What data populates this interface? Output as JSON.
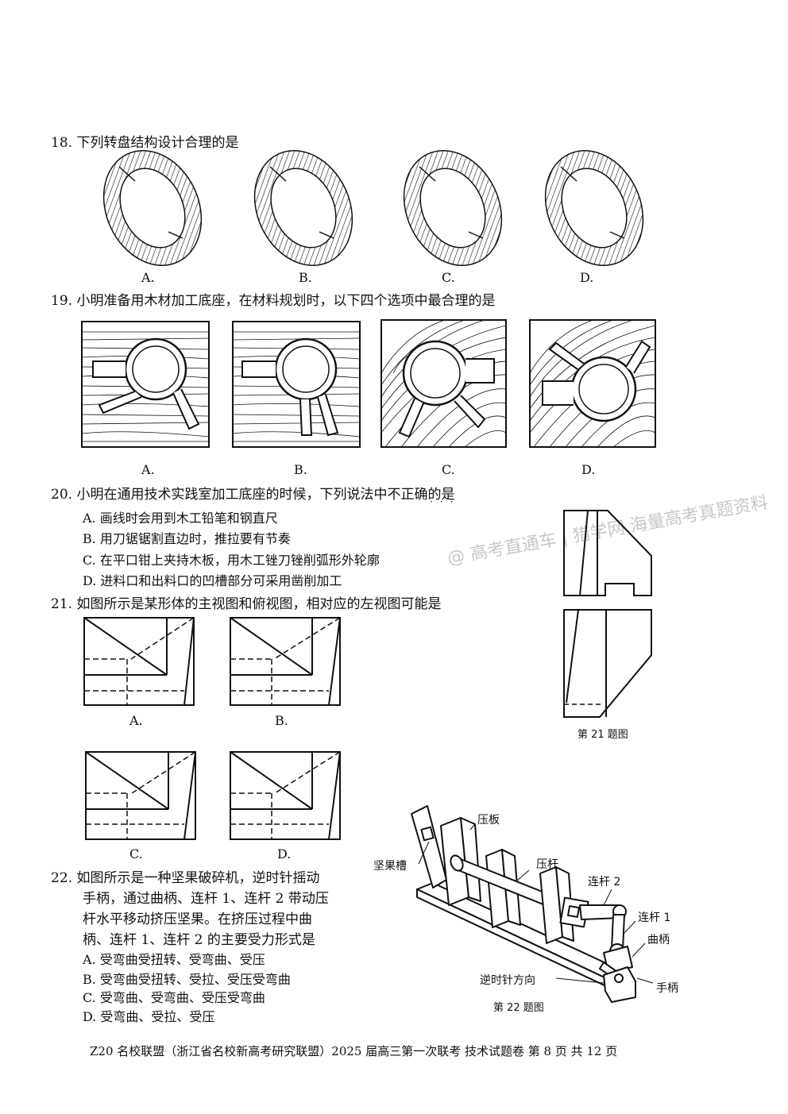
{
  "q18": {
    "stem": "18. 下列转盘结构设计合理的是",
    "options": [
      "A.",
      "B.",
      "C.",
      "D."
    ]
  },
  "q19": {
    "stem": "19. 小明准备用木材加工底座，在材料规划时，以下四个选项中最合理的是",
    "options": [
      "A.",
      "B.",
      "C.",
      "D."
    ]
  },
  "q20": {
    "stem": "20. 小明在通用技术实践室加工底座的时候，下列说法中不正确的是",
    "emphasis_dots": "···",
    "options": [
      "A. 画线时会用到木工铅笔和钢直尺",
      "B. 用刀锯锯割直边时，推拉要有节奏",
      "C. 在平口钳上夹持木板，用木工锉刀锉削弧形外轮廓",
      "D. 进料口和出料口的凹槽部分可采用凿削加工"
    ]
  },
  "q21": {
    "stem": "21. 如图所示是某形体的主视图和俯视图，相对应的左视图可能是",
    "options": [
      "A.",
      "B.",
      "C.",
      "D."
    ],
    "figure_caption": "第 21 题图"
  },
  "q22": {
    "stem_lines": [
      "22. 如图所示是一种坚果破碎机，逆时针摇动",
      "手柄，通过曲柄、连杆 1、连杆 2 带动压",
      "杆水平移动挤压坚果。在挤压过程中曲",
      "柄、连杆 1、连杆 2 的主要受力形式是"
    ],
    "options": [
      "A. 受弯曲受扭转、受弯曲、受压",
      "B. 受弯曲受扭转、受拉、受压受弯曲",
      "C. 受弯曲、受弯曲、受压受弯曲",
      "D. 受弯曲、受拉、受压"
    ],
    "labels": {
      "press_plate": "压板",
      "nut_slot": "坚果槽",
      "press_rod": "压杆",
      "link2": "连杆 2",
      "link1": "连杆 1",
      "crank": "曲柄",
      "ccw": "逆时针方向",
      "handle": "手柄"
    },
    "figure_caption": "第 22 题图"
  },
  "watermark": "@ 高考直通车 | 猎学网 海量高考真题资料",
  "footer": "Z20 名校联盟（浙江省名校新高考研究联盟）2025 届高三第一次联考 技术试题卷 第 8 页 共 12 页"
}
